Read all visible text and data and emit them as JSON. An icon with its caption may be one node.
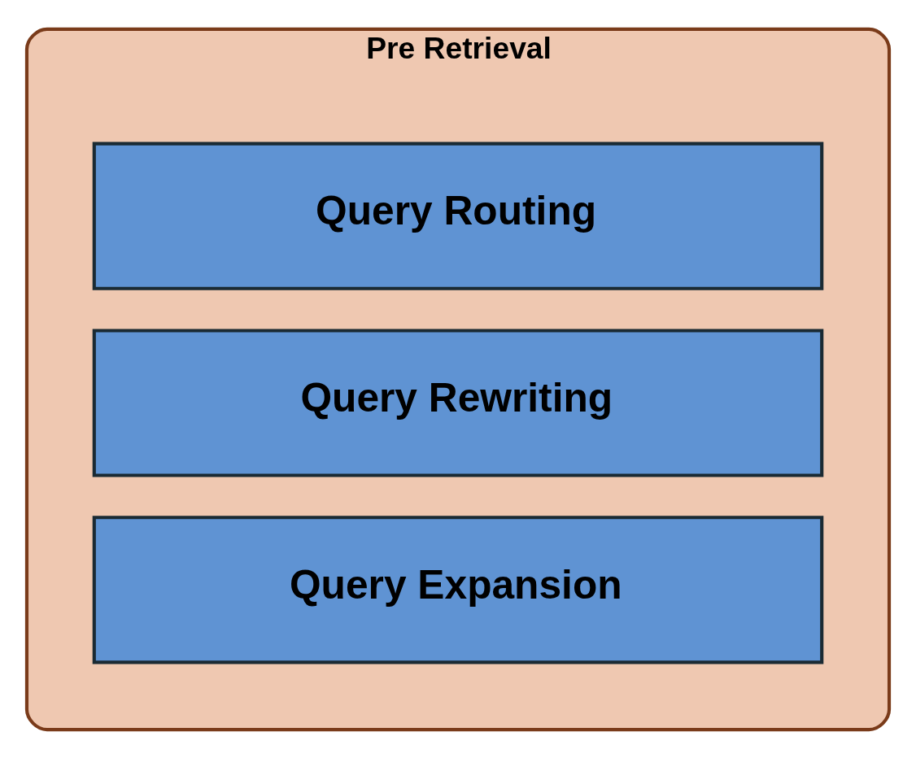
{
  "diagram": {
    "nodes": [
      {
        "text": [
          "Pre Retrieval"
        ]
      },
      {
        "text": [
          "Query Routing"
        ],
        "in": 0
      },
      {
        "text": [
          "Query Rewriting"
        ],
        "in": 0
      },
      {
        "text": [
          "Query Expansion"
        ],
        "in": 0
      }
    ]
  }
}
